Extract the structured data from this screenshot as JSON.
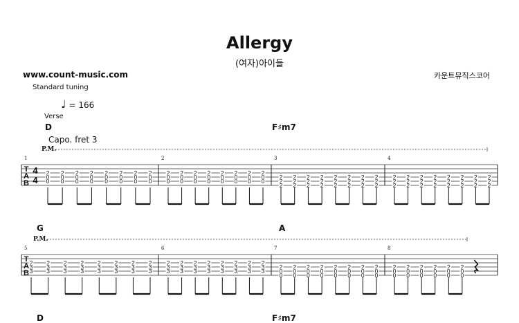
{
  "header": {
    "title": "Allergy",
    "artist": "(여자)아이들",
    "website": "www.count-music.com",
    "publisher": "카운트뮤직스코어",
    "tuning": "Standard tuning",
    "tempo_symbol": "♩",
    "tempo_value": "= 166",
    "section": "Verse",
    "capo": "Capo. fret 3",
    "palm_mute": "P.M.",
    "time_signature": [
      "4",
      "4"
    ],
    "tab_clef": [
      "T",
      "A",
      "B"
    ]
  },
  "systems": [
    {
      "chords": [
        {
          "root": "D",
          "suffix": ""
        },
        {
          "root": "F",
          "sharp": "♯",
          "suffix": "m7"
        }
      ],
      "measures": [
        {
          "number": "1",
          "notes": [
            "2",
            "0",
            "0"
          ],
          "count": 8
        },
        {
          "number": "2",
          "notes": [
            "2",
            "0",
            "0"
          ],
          "count": 8
        },
        {
          "number": "3",
          "notes": [
            "2",
            "2",
            "2"
          ],
          "count": 8
        },
        {
          "number": "4",
          "notes": [
            "2",
            "2",
            "2"
          ],
          "count": 8
        }
      ]
    },
    {
      "chords": [
        {
          "root": "G",
          "suffix": ""
        },
        {
          "root": "A",
          "suffix": ""
        }
      ],
      "measures": [
        {
          "number": "5",
          "notes": [
            "2",
            "3",
            "3"
          ],
          "count": 8
        },
        {
          "number": "6",
          "notes": [
            "2",
            "3",
            "3"
          ],
          "count": 8
        },
        {
          "number": "7",
          "notes": [
            "2",
            "0",
            "0"
          ],
          "count": 8
        },
        {
          "number": "8",
          "notes": [
            "2",
            "0",
            "0"
          ],
          "count": 6,
          "rest": true
        }
      ]
    },
    {
      "chords": [
        {
          "root": "D",
          "suffix": ""
        },
        {
          "root": "F",
          "sharp": "♯",
          "suffix": "m7"
        }
      ]
    }
  ]
}
